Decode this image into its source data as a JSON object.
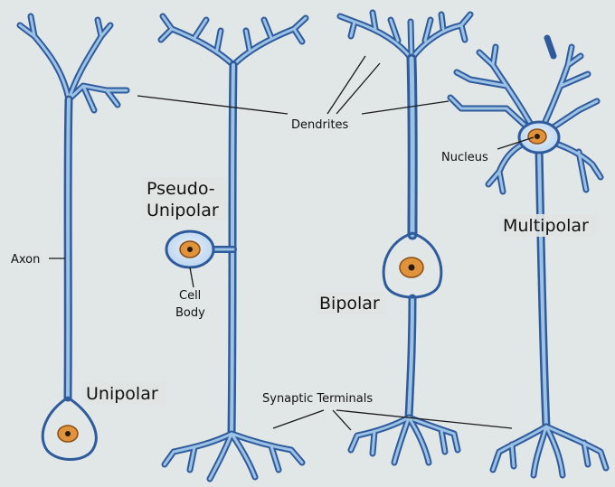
{
  "labels": {
    "dendrites": "Dendrites",
    "nucleus": "Nucleus",
    "pseudo_line1": "Pseudo-",
    "pseudo_line2": "Unipolar",
    "multipolar": "Multipolar",
    "axon": "Axon",
    "cell_line1": "Cell",
    "cell_line2": "Body",
    "bipolar": "Bipolar",
    "unipolar": "Unipolar",
    "synaptic_terminals": "Synaptic Terminals"
  },
  "colors": {
    "paper": "#e6ebea",
    "membrane": "#2f5b9c",
    "cytoplasm": "#9cc3e6",
    "nucleus": "#e0933a",
    "label_bg": "#dfe4e3"
  }
}
